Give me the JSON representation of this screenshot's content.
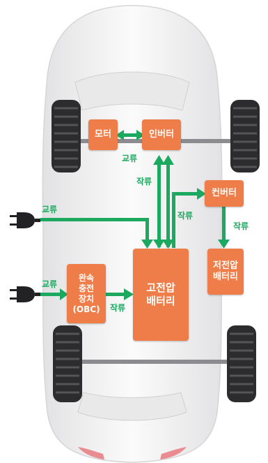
{
  "boxes": {
    "motor": "모터",
    "inverter": "인버터",
    "converter": "컨버터",
    "hv_battery": "고전압\n배터리",
    "lv_battery": "저전압\n배터리",
    "obc": "완속\n충전\n장치\n(OBC)"
  },
  "labels": {
    "ac_motor_inverter": "교류",
    "dc_inverter": "작류",
    "dc_to_converter": "작류",
    "dc_converter_lv": "작류",
    "ac_plug_top": "교류",
    "ac_plug_bottom": "교류",
    "dc_obc": "작류"
  },
  "colors": {
    "box": "#ef7d49",
    "arrow": "#1aa95f",
    "car_body": "#f4f4f5"
  },
  "icons": {
    "plug": "plug-icon",
    "wheel": "tire-icon"
  }
}
